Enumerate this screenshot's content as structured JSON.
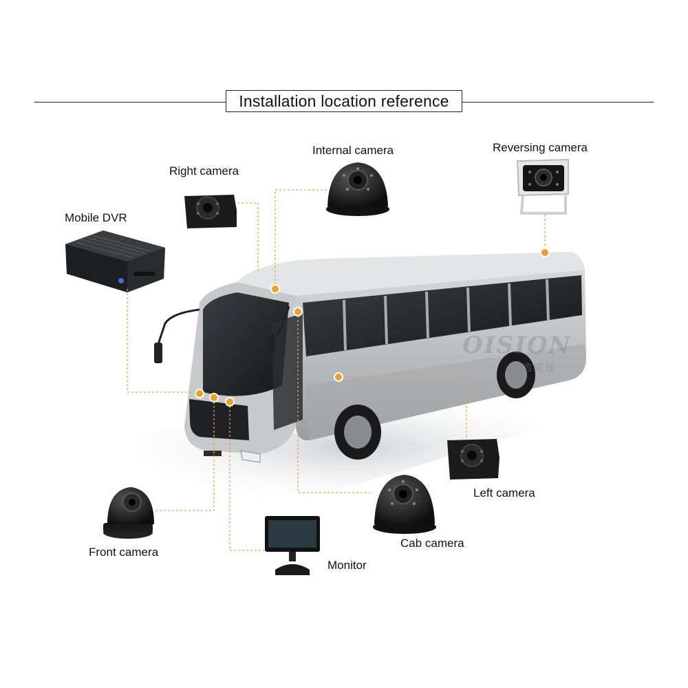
{
  "header": {
    "title": "Installation location reference"
  },
  "labels": {
    "internal_camera": "Internal camera",
    "reversing_camera": "Reversing camera",
    "right_camera": "Right camera",
    "mobile_dvr": "Mobile DVR",
    "left_camera": "Left camera",
    "cab_camera": "Cab camera",
    "front_camera": "Front camera",
    "monitor": "Monitor"
  },
  "watermark": {
    "brand": "OISION",
    "sub": "吉威视"
  },
  "colors": {
    "accent": "#f0a020",
    "leader_line": "#e8a33a",
    "bus_body": "#b9bcbf",
    "bus_glass": "#2a2d30",
    "device": "#1c1c1c"
  }
}
